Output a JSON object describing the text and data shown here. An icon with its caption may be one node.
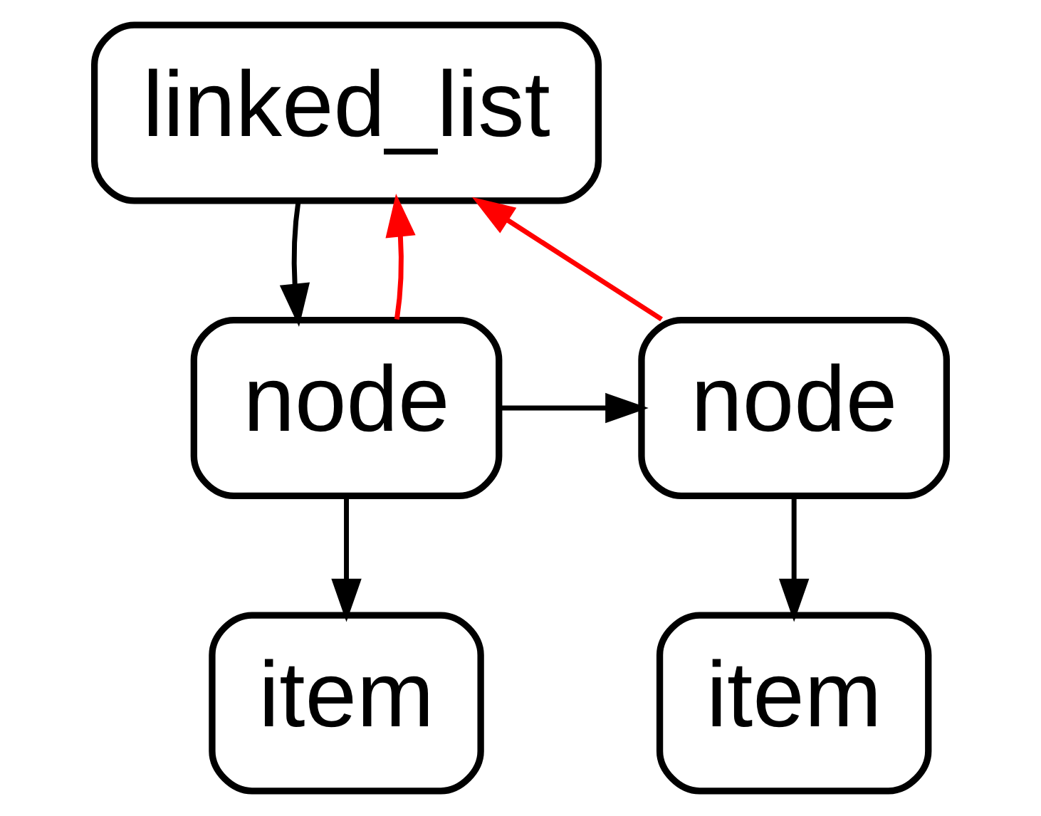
{
  "diagram": {
    "nodes": [
      {
        "text": [
          "linked_list"
        ]
      },
      {
        "text": [
          "node"
        ]
      },
      {
        "text": [
          "node"
        ]
      },
      {
        "text": [
          "item"
        ]
      },
      {
        "text": [
          "item"
        ]
      }
    ],
    "edges": [
      {
        "from": 0,
        "to": 1,
        "arrow": "to"
      },
      {
        "from": 1,
        "to": 0,
        "arrow": "to",
        "color": "#ff0000"
      },
      {
        "from": 2,
        "to": 0,
        "arrow": "to",
        "color": "#ff0000"
      },
      {
        "from": 1,
        "to": 2,
        "arrow": "to"
      },
      {
        "from": 1,
        "to": 3,
        "arrow": "to"
      },
      {
        "from": 2,
        "to": 4,
        "arrow": "to"
      }
    ]
  }
}
